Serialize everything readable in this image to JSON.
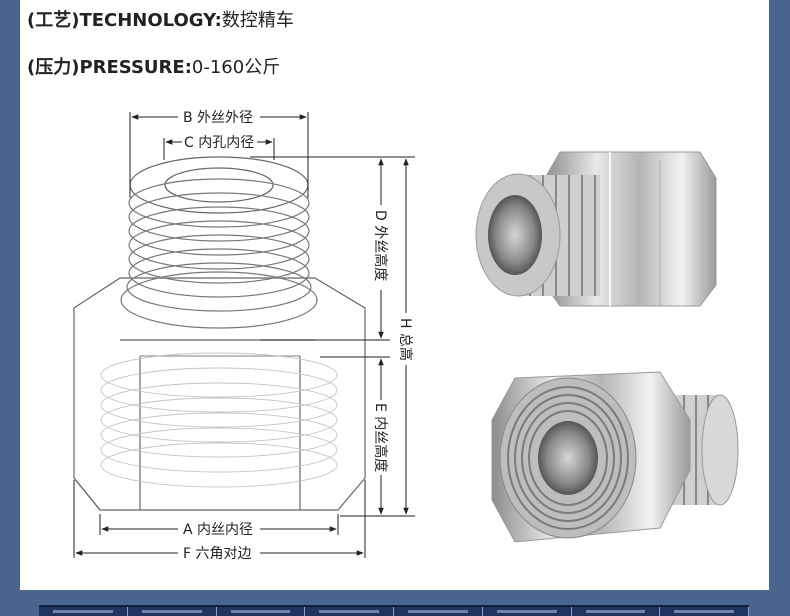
{
  "specs": {
    "technology_label": "(工艺)TECHNOLOGY:",
    "technology_value": "数控精车",
    "pressure_label": "(压力)PRESSURE:",
    "pressure_value": "0-160公斤"
  },
  "dimensions": {
    "B": "B 外丝外径",
    "C": "C 内孔内径",
    "D": "D 外丝高度",
    "H": "H 总高",
    "E": "E 内丝高度",
    "A": "A 内丝内径",
    "F": "F 六角对边"
  },
  "colors": {
    "page_frame": "#4a6590",
    "table_header": "#1f3560"
  },
  "table": {
    "column_count": 8
  }
}
